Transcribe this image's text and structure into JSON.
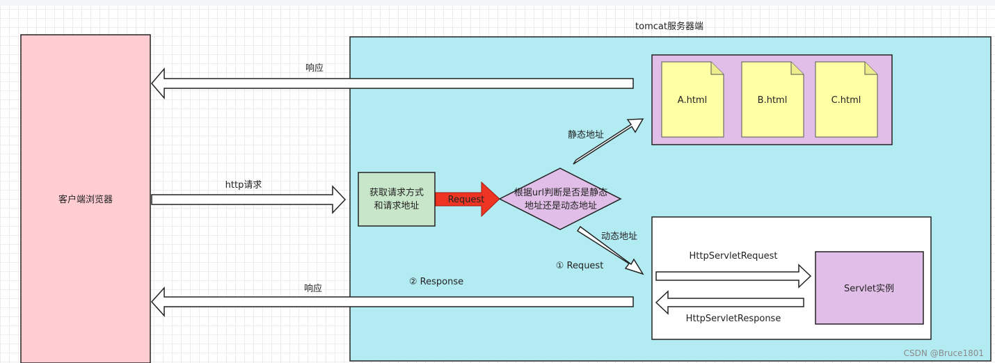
{
  "diagram": {
    "client": {
      "label": "客户端浏览器"
    },
    "server": {
      "title": "tomcat服务器端"
    },
    "static_files": [
      "A.html",
      "B.html",
      "C.html"
    ],
    "get_request_box": {
      "line1": "获取请求方式",
      "line2": "和请求地址"
    },
    "decision": {
      "line1": "根据url判断是否是静态",
      "line2": "地址还是动态地址"
    },
    "arrows": {
      "http_request": "http请求",
      "response_top": "响应",
      "response_bottom": "响应",
      "request_red": "Request",
      "static_addr": "静态地址",
      "dynamic_addr": "动态地址",
      "request_1": "① Request",
      "response_2": "② Response",
      "http_servlet_request": "HttpServletRequest",
      "http_servlet_response": "HttpServletResponse"
    },
    "servlet": {
      "label": "Servlet实例"
    },
    "watermark": "CSDN @Bruce1801"
  }
}
